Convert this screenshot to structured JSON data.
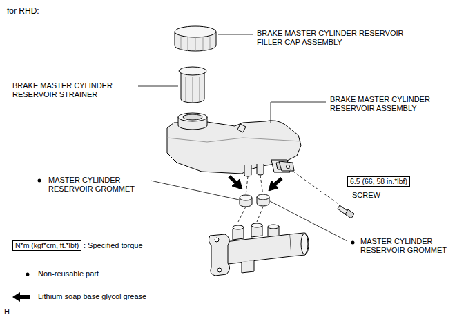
{
  "diagram": {
    "title": "for RHD:",
    "nodes": [
      {
        "text": [
          "6.5 (66, 58 in.*lbf)"
        ]
      },
      {
        "text": [
          "N*m (kgf*cm, ft.*lbf)"
        ]
      }
    ],
    "labels": [
      "BRAKE MASTER CYLINDER RESERVOIR FILLER CAP ASSEMBLY",
      "BRAKE MASTER CYLINDER RESERVOIR STRAINER",
      "BRAKE MASTER CYLINDER RESERVOIR ASSEMBLY",
      "MASTER CYLINDER RESERVOIR GROMMET",
      "SCREW",
      "MASTER CYLINDER RESERVOIR GROMMET",
      "H"
    ],
    "legend": [
      {
        "text": ": Specified torque"
      },
      {
        "text": "Non-reusable part"
      },
      {
        "text": "Lithium soap base glycol grease"
      }
    ]
  }
}
